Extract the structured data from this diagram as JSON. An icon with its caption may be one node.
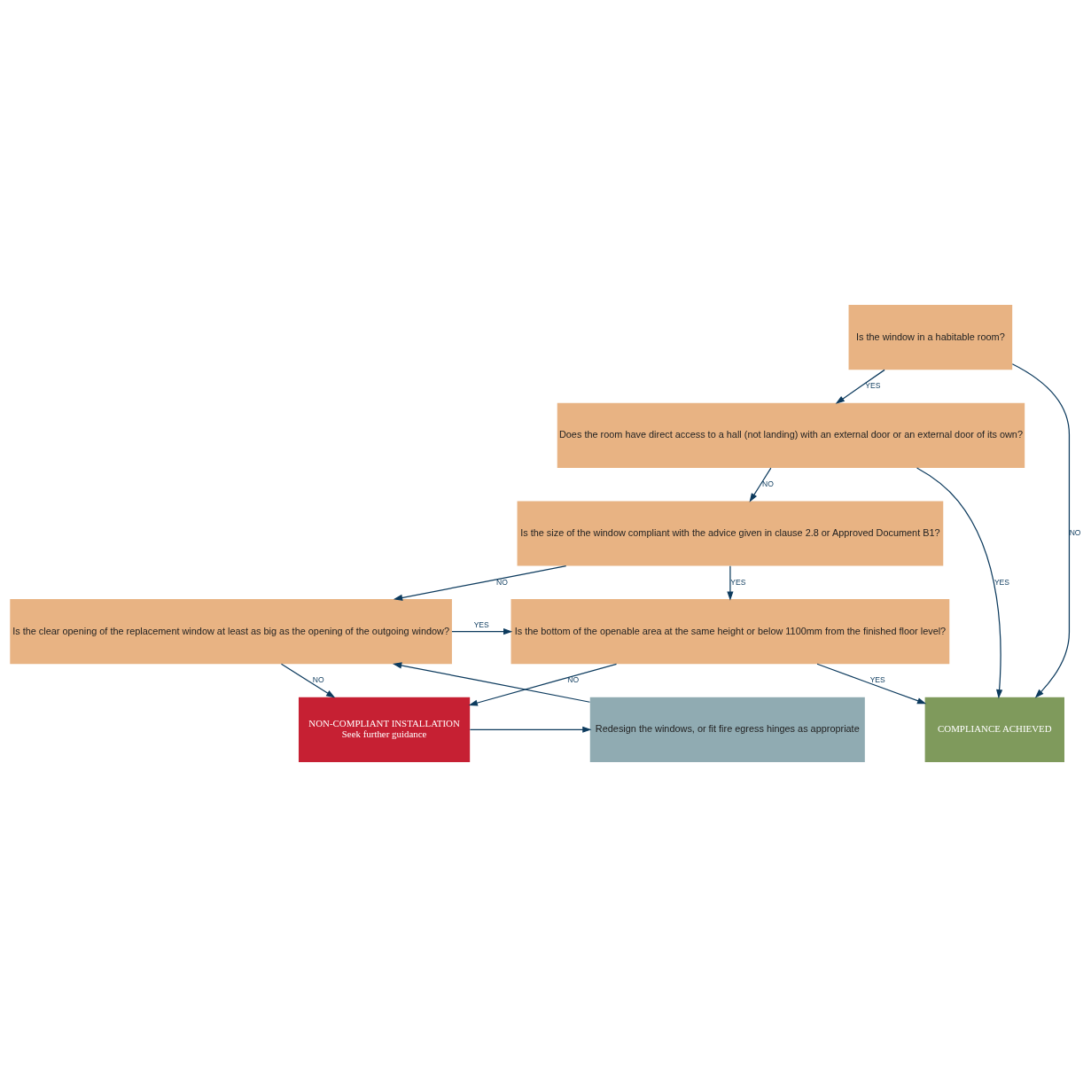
{
  "diagram": {
    "nodes": [
      {
        "text": [
          "Is the window in a habitable room?"
        ]
      },
      {
        "text": [
          "Does the room have direct access to a hall (not landing) with an external door or an external door of its own?"
        ]
      },
      {
        "text": [
          "Is the size of the window compliant with the advice given in clause 2.8 or Approved Document B1?"
        ]
      },
      {
        "text": [
          "Is the clear opening of the replacement window at least as big as the opening of the outgoing window?"
        ]
      },
      {
        "text": [
          "Is the bottom of the openable area at the same height or below 1100mm from the finished floor level?"
        ]
      },
      {
        "text": [
          "Redesign the windows, or fit fire egress hinges as appropriate"
        ]
      },
      {
        "text": [
          "NON-COMPLIANT INSTALLATION",
          "Seek further guidance"
        ]
      },
      {
        "text": [
          "COMPLIANCE ACHIEVED"
        ]
      }
    ],
    "edges": [
      {
        "from": 0,
        "to": 1,
        "label": "YES",
        "arrow": "to"
      },
      {
        "from": 0,
        "to": 7,
        "label": "NO",
        "arrow": "to"
      },
      {
        "from": 1,
        "to": 7,
        "label": "YES",
        "arrow": "to"
      },
      {
        "from": 1,
        "to": 2,
        "label": "NO",
        "arrow": "to"
      },
      {
        "from": 2,
        "to": 4,
        "label": "YES",
        "arrow": "to"
      },
      {
        "from": 2,
        "to": 3,
        "label": "NO",
        "arrow": "to"
      },
      {
        "from": 3,
        "to": 4,
        "label": "YES",
        "arrow": "to"
      },
      {
        "from": 4,
        "to": 7,
        "label": "YES",
        "arrow": "to"
      },
      {
        "from": 3,
        "to": 6,
        "label": "NO",
        "arrow": "to"
      },
      {
        "from": 4,
        "to": 6,
        "label": "NO",
        "arrow": "to"
      },
      {
        "from": 6,
        "to": 5,
        "arrow": "to"
      },
      {
        "from": 5,
        "to": 3,
        "arrow": "to"
      }
    ]
  }
}
